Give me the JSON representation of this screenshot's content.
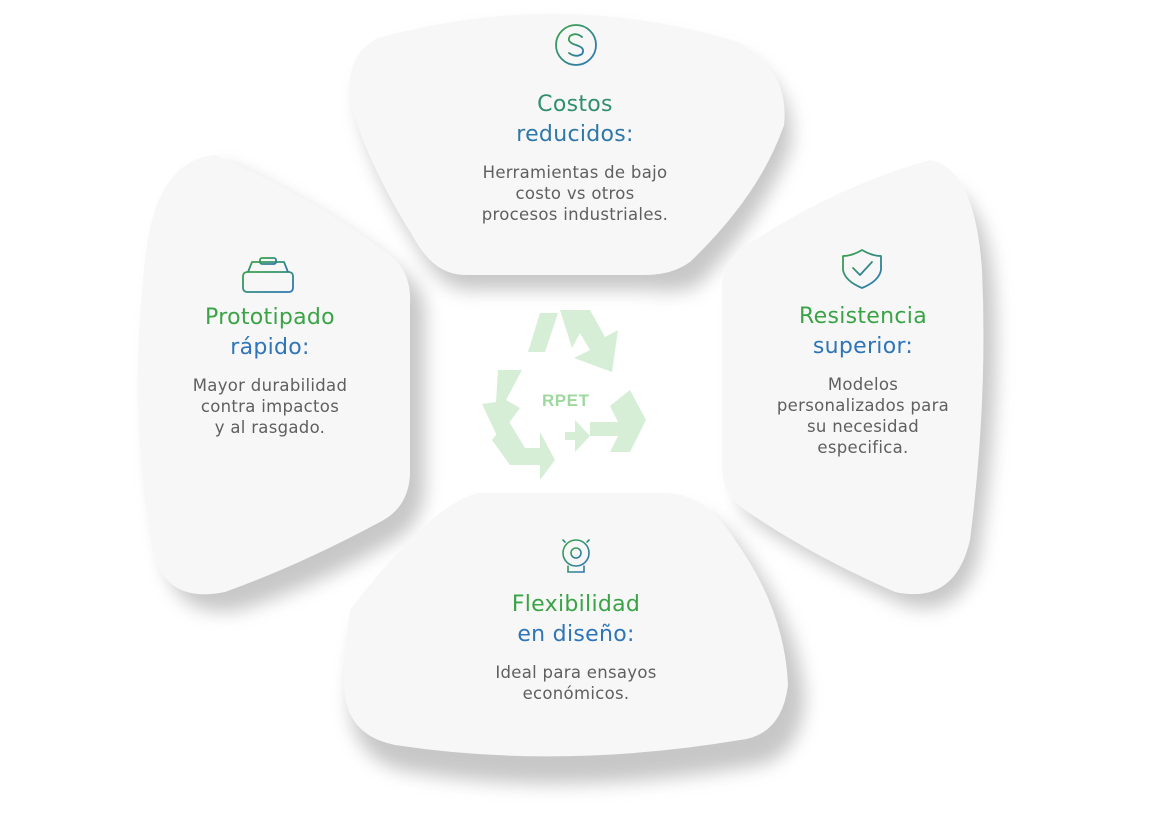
{
  "hub": {
    "label": "RPET"
  },
  "colors": {
    "green": "#3aa346",
    "blue": "#2e75b8",
    "teal": "#3b8f7f",
    "text": "#5f5f5f",
    "card": "#f7f7f7",
    "recycle": "#cfeccf"
  },
  "cards": {
    "costos": {
      "icon": "dollar-coin-icon",
      "title_lines": [
        "Costos",
        "reducidos:"
      ],
      "desc_lines": [
        "Herramientas de bajo",
        "costo vs otros",
        "procesos industriales."
      ]
    },
    "resistencia": {
      "icon": "shield-check-icon",
      "title_lines": [
        "Resistencia",
        "superior:"
      ],
      "desc_lines": [
        "Modelos",
        "personalizados para",
        "su necesidad",
        "especifica."
      ]
    },
    "flexibilidad": {
      "icon": "lightbulb-gear-icon",
      "title_lines": [
        "Flexibilidad",
        "en diseño:"
      ],
      "desc_lines": [
        "Ideal para ensayos",
        "económicos."
      ]
    },
    "prototipado": {
      "icon": "container-box-icon",
      "title_lines": [
        "Prototipado",
        "rápido:"
      ],
      "desc_lines": [
        "Mayor durabilidad",
        "contra impactos",
        "y al rasgado."
      ]
    }
  }
}
